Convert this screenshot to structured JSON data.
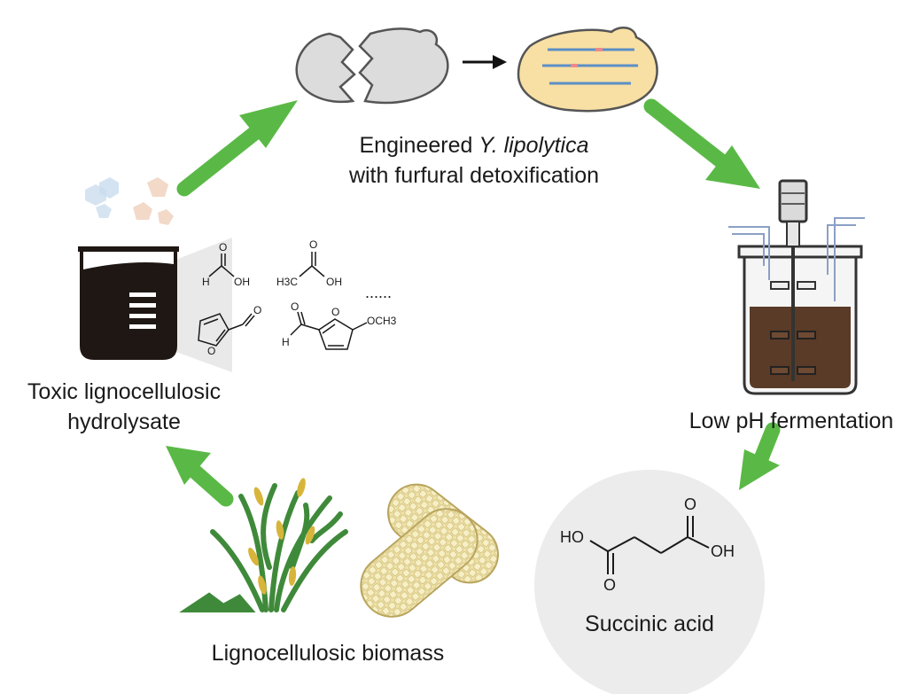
{
  "labels": {
    "engineered_prefix": "Engineered ",
    "engineered_species": "Y. lipolytica",
    "engineered_line2": "with furfural detoxification",
    "fermentation": "Low pH fermentation",
    "succinic": "Succinic acid",
    "biomass": "Lignocellulosic biomass",
    "toxic_line1": "Toxic lignocellulosic",
    "toxic_line2": "hydrolysate",
    "ellipsis": "......"
  },
  "chem": {
    "formic_h": "H",
    "formic_oh": "OH",
    "formic_o": "O",
    "acetic_h3c": "H3C",
    "acetic_oh": "OH",
    "acetic_o": "O",
    "furfural_o_ring": "O",
    "furfural_o": "O",
    "hmf_h": "H",
    "hmf_o": "O",
    "hmf_o_ring": "O",
    "hmf_och3": "OCH3",
    "succ_ho": "HO",
    "succ_oh": "OH",
    "succ_o_top": "O",
    "succ_o_bottom": "O"
  },
  "colors": {
    "arrow_green": "#5ab946",
    "cell_gray": "#dcdcdc",
    "cell_yellow": "#f8dfa3",
    "dna_blue": "#5b8fc6",
    "broth_brown": "#5a3b27",
    "beaker_dark": "#1f1713",
    "circle_gray": "#ececec"
  }
}
